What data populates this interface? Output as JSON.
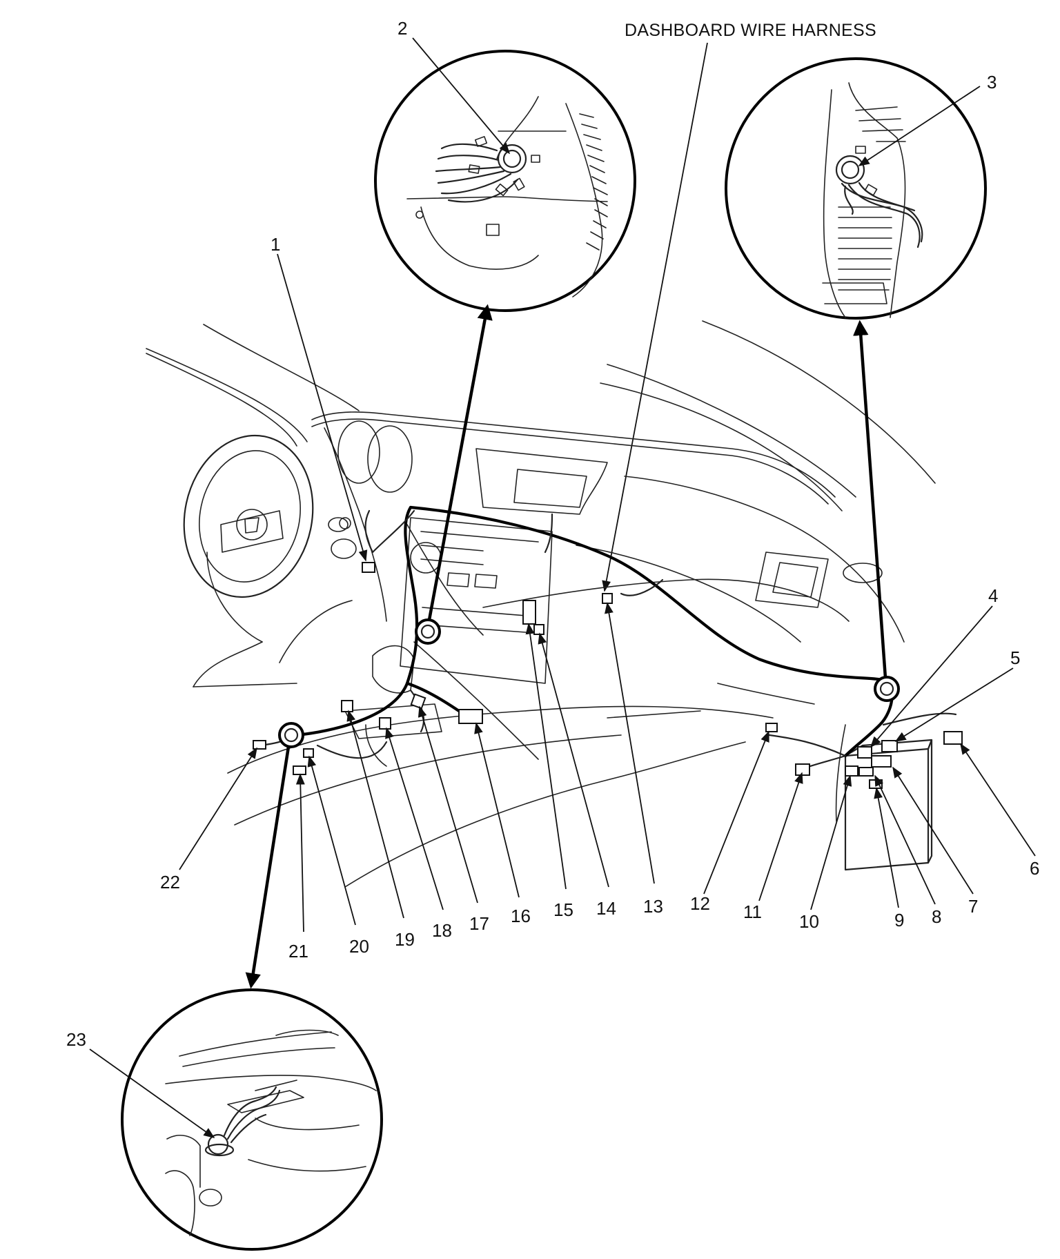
{
  "diagram": {
    "title": "DASHBOARD WIRE HARNESS",
    "callouts": [
      "1",
      "2",
      "3",
      "4",
      "5",
      "6",
      "7",
      "8",
      "9",
      "10",
      "11",
      "12",
      "13",
      "14",
      "15",
      "16",
      "17",
      "18",
      "19",
      "20",
      "21",
      "22",
      "23"
    ],
    "colors": {
      "line": "#000000",
      "background": "#ffffff"
    }
  }
}
